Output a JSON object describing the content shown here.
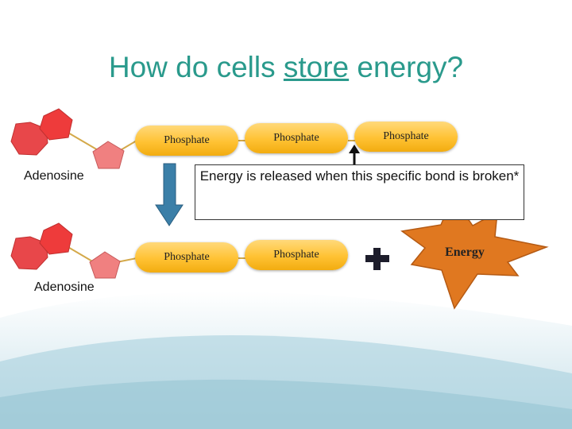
{
  "title": {
    "before": "How do cells ",
    "underlined": "store",
    "after": " energy?"
  },
  "labels": {
    "adenosine_top": "Adenosine",
    "adenosine_bottom": "Adenosine"
  },
  "phosphates": {
    "top_1": "Phosphate",
    "top_2": "Phosphate",
    "top_3": "Phosphate",
    "bottom_1": "Phosphate",
    "bottom_2": "Phosphate"
  },
  "note": "Energy is released when this specific bond is broken*",
  "energy_label": "Energy",
  "colors": {
    "title": "#2a9a8c",
    "pentagon_red": "#ee3b3b",
    "hexagon_red": "#e8474a",
    "pentagon_pink": "#f08080",
    "phosphate_fill": "#ffc233",
    "arrow_blue": "#3b7fa8",
    "star_orange": "#e07820"
  }
}
